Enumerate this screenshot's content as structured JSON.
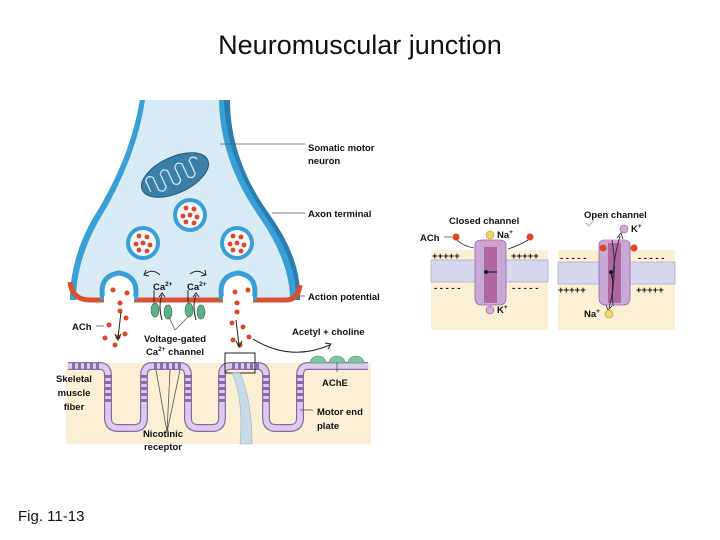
{
  "slide": {
    "title": "Neuromuscular junction",
    "figure_ref": "Fig. 11-13"
  },
  "colors": {
    "neuron_fill": "#d9ecf5",
    "neuron_membrane": "#3a9fd6",
    "neuron_dark_edge": "#2a7fb0",
    "action_potential": "#d9502e",
    "ach_dot": "#e0452a",
    "muscle_fill": "#fbefd6",
    "end_plate": "#cdbfe0",
    "receptor_band": "#8a6aa8",
    "ca_channel": "#5db08a",
    "ache": "#7fc3a3",
    "channel_outer": "#c9a9d6",
    "channel_inner": "#b066a0",
    "membrane_band": "#d7d8ee",
    "na_ion": "#f3d36a",
    "k_ion": "#d9a6d6"
  },
  "main_diagram": {
    "labels": {
      "somatic_motor_neuron_l1": "Somatic motor",
      "somatic_motor_neuron_l2": "neuron",
      "axon_terminal": "Axon terminal",
      "action_potential": "Action potential",
      "ach": "ACh",
      "ca_left": "Ca",
      "ca_right": "Ca",
      "ca_charge": "2+",
      "voltage_gated_l1": "Voltage-gated",
      "voltage_gated_l2_prefix": "Ca",
      "voltage_gated_l2_charge": "2+",
      "voltage_gated_l2_suffix": " channel",
      "acetyl_choline": "Acetyl + choline",
      "ache": "AChE",
      "skeletal_l1": "Skeletal",
      "skeletal_l2": "muscle",
      "skeletal_l3": "fiber",
      "motor_end_l1": "Motor end",
      "motor_end_l2": "plate",
      "nicotinic_l1": "Nicotinic",
      "nicotinic_l2": "receptor"
    }
  },
  "inset": {
    "closed": {
      "title": "Closed channel",
      "ach": "ACh",
      "na": "Na",
      "k": "K",
      "plus": "+",
      "top_charge": "+++++",
      "bottom_charge": "- - - - -"
    },
    "open": {
      "title": "Open channel",
      "k": "K",
      "na": "Na",
      "plus": "+",
      "top_charge": "- - - - -",
      "bottom_charge": "+++++"
    }
  }
}
